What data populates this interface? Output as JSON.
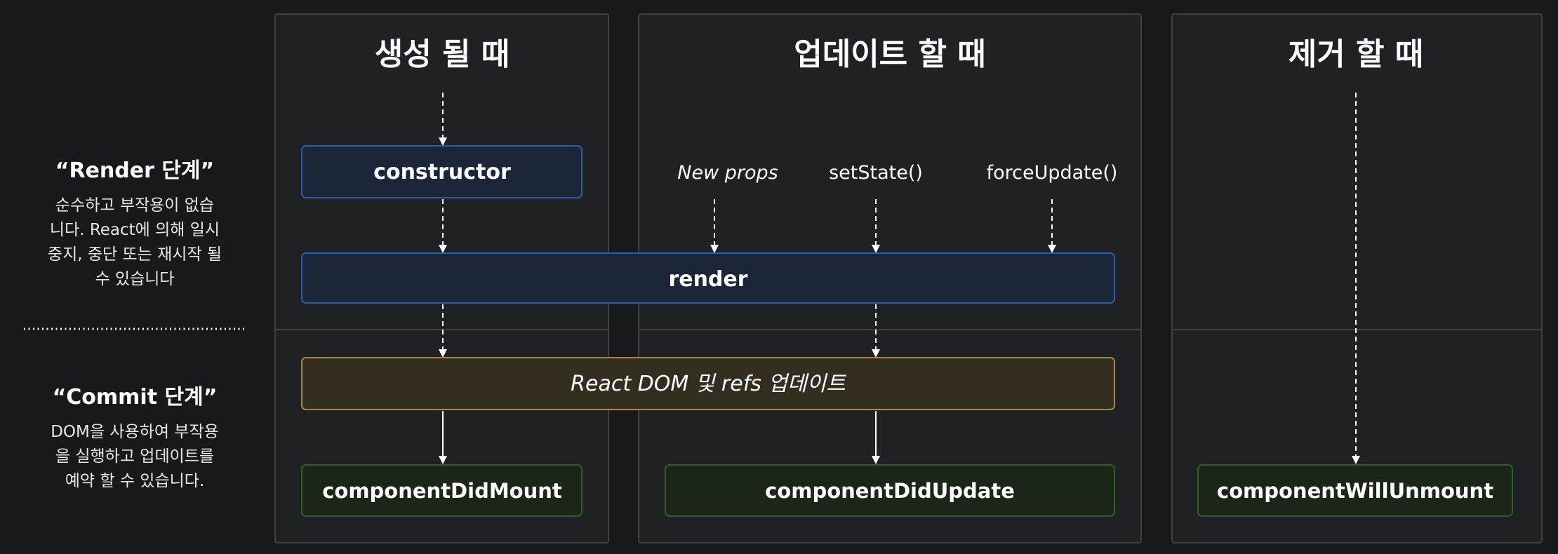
{
  "colors": {
    "background": "#18191d",
    "column_fill": "#202125",
    "column_border": "#4a4b50",
    "blue_fill": "#1b2738",
    "blue_border": "#2f5ca8",
    "gold_fill": "#342e20",
    "gold_border": "#a8873a",
    "green_fill": "#1b2619",
    "green_border": "#2f5d2c",
    "arrow": "#ffffff",
    "text": "#ffffff",
    "muted_text": "#e6e6e6"
  },
  "phases": {
    "render": {
      "title": "“Render 단계”",
      "desc_lines": [
        "순수하고 부작용이 없습",
        "니다. React에 의해 일시",
        "중지, 중단 또는 재시작 될",
        "수 있습니다"
      ]
    },
    "commit": {
      "title": "“Commit 단계”",
      "desc_lines": [
        "DOM을 사용하여 부작용",
        "을 실행하고 업데이트를",
        "예약 할 수 있습니다."
      ]
    }
  },
  "columns": {
    "mount": "생성 될 때",
    "update": "업데이트 할 때",
    "unmount": "제거 할 때"
  },
  "triggers": {
    "new_props": "New props",
    "set_state": "setState()",
    "force_update": "forceUpdate()"
  },
  "nodes": {
    "constructor": "constructor",
    "render": "render",
    "dom_update": "React DOM 및 refs 업데이트",
    "did_mount": "componentDidMount",
    "did_update": "componentDidUpdate",
    "will_unmount": "componentWillUnmount"
  }
}
